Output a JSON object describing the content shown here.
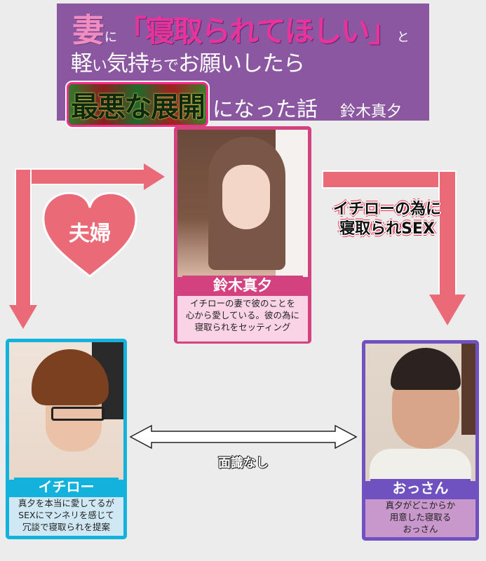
{
  "title": {
    "line1": {
      "wife": "妻",
      "ni": "に",
      "quote": "「寝取られてほしい」",
      "to": "と"
    },
    "line2": {
      "part1": "軽",
      "i1": "い",
      "part2": "気持",
      "chi": "ち",
      "de": "で",
      "part3": "お願",
      "rest": "いしたら"
    },
    "line3": {
      "worst": "最悪な展開",
      "rest": "になった話",
      "author": "鈴木真夕"
    }
  },
  "heart": {
    "label": "夫婦"
  },
  "ntr_caption": {
    "line1": "イチローの為に",
    "line2": "寝取られSEX"
  },
  "no_acquaintance": "面識なし",
  "characters": {
    "mayu": {
      "name": "鈴木真夕",
      "desc": [
        "イチローの妻で彼のことを",
        "心から愛している。彼の為に",
        "寝取られをセッティング"
      ],
      "accent": "#d4417f",
      "desc_bg": "#fbd3e6"
    },
    "ichiro": {
      "name": "イチロー",
      "desc": [
        "真夕を本当に愛してるが",
        "SEXにマンネリを感じて",
        "冗談で寝取られを提案"
      ],
      "accent": "#13b2dc",
      "desc_bg": "#cfe8f3"
    },
    "ossan": {
      "name": "おっさん",
      "desc": [
        "真夕がどこからか",
        "用意した寝取る",
        "おっさん"
      ],
      "accent": "#6f52c0",
      "desc_bg": "#c897cb"
    }
  },
  "colors": {
    "background": "#ececec",
    "banner": "#8a57a0",
    "arrow": "#ea6a78"
  }
}
